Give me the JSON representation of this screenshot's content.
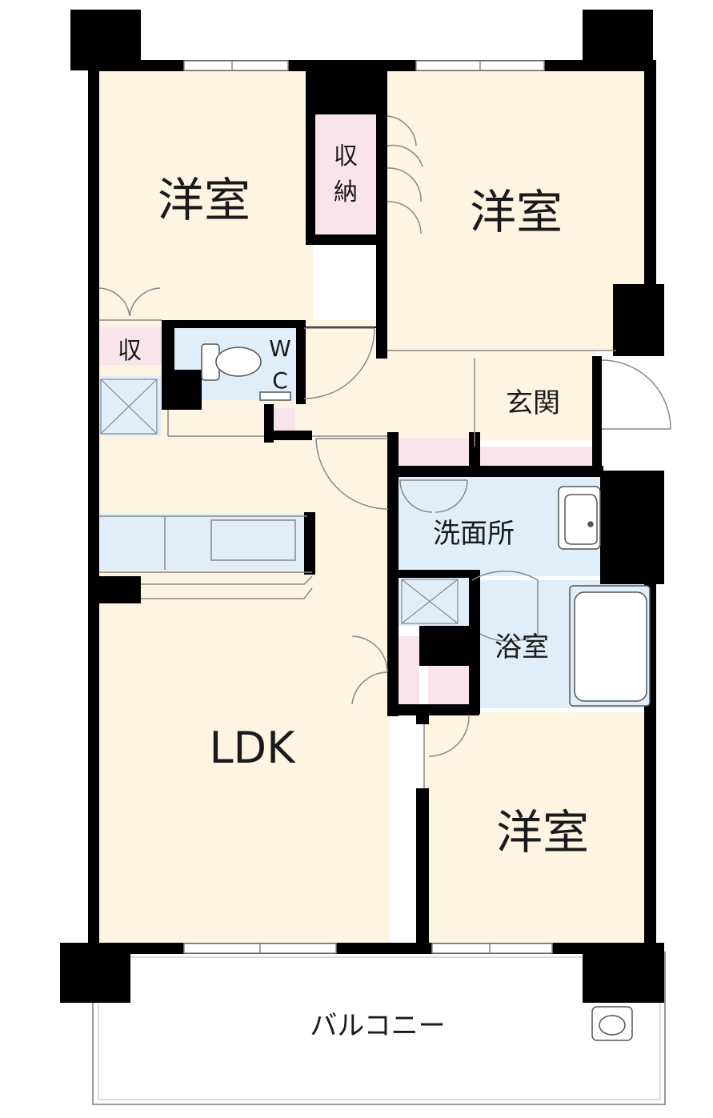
{
  "rooms": {
    "western_top_left": "洋室",
    "western_top_right": "洋室",
    "western_bottom_right": "洋室",
    "storage_large": "収納",
    "storage_small": "収",
    "toilet": "WC",
    "entrance": "玄関",
    "washroom": "洗面所",
    "bathroom": "浴室",
    "ldk": "LDK",
    "balcony": "バルコニー"
  },
  "colors": {
    "room_cream": "#fdf5e2",
    "wet_blue": "#dfeef9",
    "storage_pink": "#f9e4ec",
    "wall": "#000000",
    "line_gray": "#888888"
  }
}
